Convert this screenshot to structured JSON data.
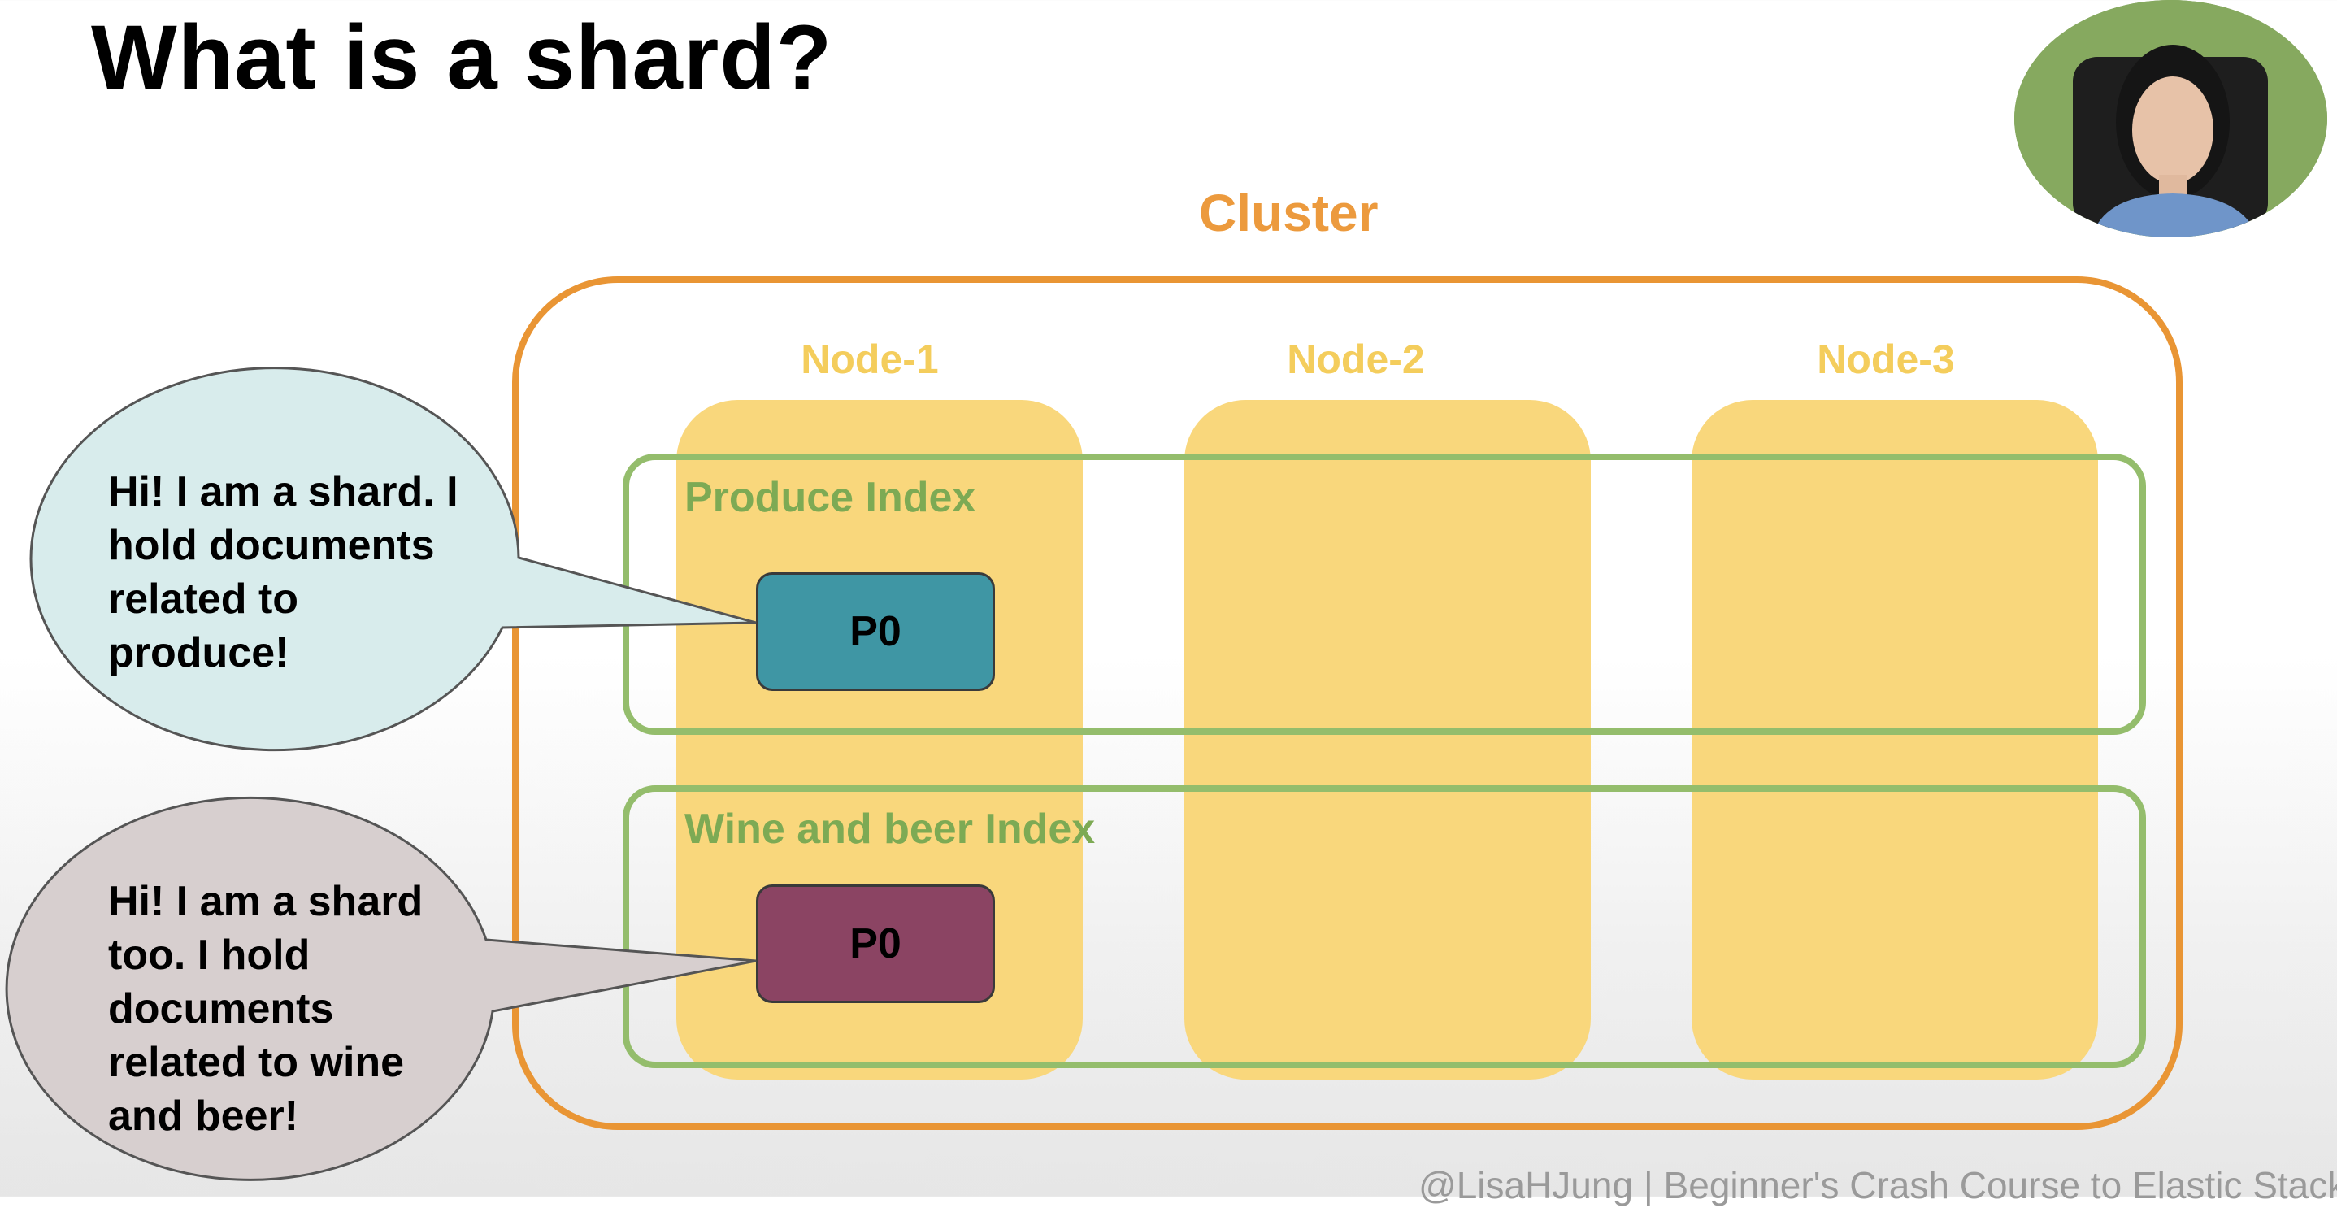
{
  "slide": {
    "title": "What is a shard?"
  },
  "cluster": {
    "label": "Cluster",
    "nodes": [
      {
        "label": "Node-1"
      },
      {
        "label": "Node-2"
      },
      {
        "label": "Node-3"
      }
    ]
  },
  "indices": [
    {
      "label": "Produce Index",
      "shard_label": "P0",
      "shard_color": "#3f96a4"
    },
    {
      "label": "Wine and beer Index",
      "shard_label": "P0",
      "shard_color": "#8b4463"
    }
  ],
  "bubbles": [
    {
      "lines": [
        "Hi! I am a shard. I",
        "hold documents",
        "related to",
        "produce!"
      ],
      "fill": "#d8ecec"
    },
    {
      "lines": [
        "Hi! I am a shard",
        "too. I hold",
        "documents",
        "related to wine",
        "and beer!"
      ],
      "fill": "#d7cfcf"
    }
  ],
  "watermark": "@LisaHJung | Beginner's Crash Course to Elastic Stack",
  "colors": {
    "cluster": "#e99534",
    "node": "#f9d77c",
    "node_label": "#f4cd5c",
    "index_border": "#94bd6c",
    "index_label": "#7daa54"
  }
}
